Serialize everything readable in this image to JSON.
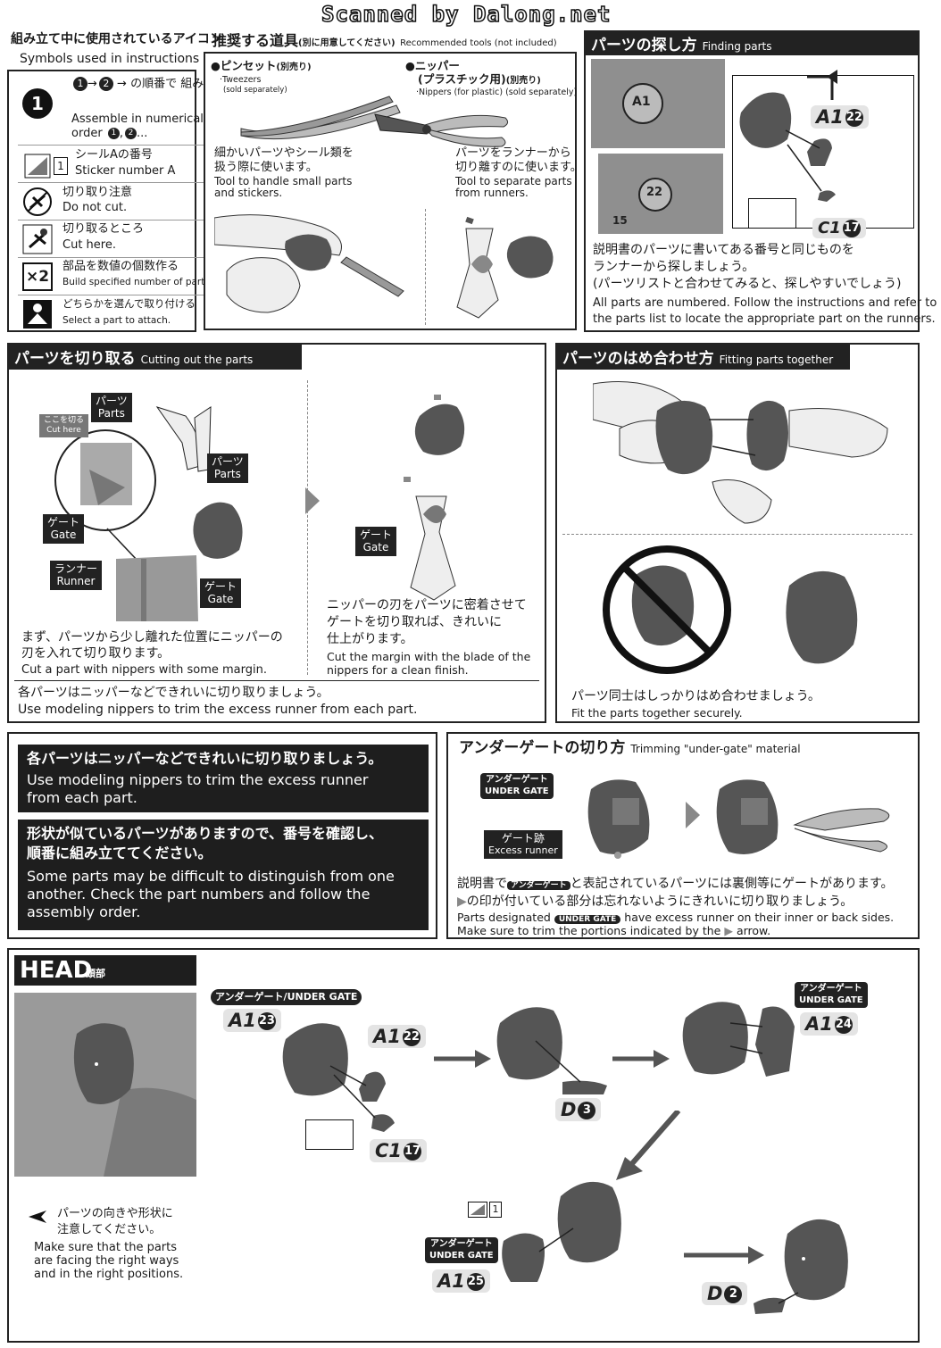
{
  "watermark": "Scanned by Dalong.net",
  "symbols": {
    "title_jp": "組み立て中に使用されているアイコン",
    "title_en": "Symbols used in instructions",
    "order_jp": "→ の順番で 組み立てる。",
    "order_en1": "Assemble in numerical",
    "order_en2": "order",
    "sticker_jp": "シールAの番号",
    "sticker_en": "Sticker number A",
    "sticker_num": "1",
    "nocut_jp": "切り取り注意",
    "nocut_en": "Do not cut.",
    "cut_jp": "切り取るところ",
    "cut_en": "Cut here.",
    "multi_jp": "部品を数値の個数作る",
    "multi_en": "Build specified number of parts.",
    "multi_icon": "×2",
    "select_jp": "どちらかを選んで取り付ける",
    "select_en": "Select a part to attach."
  },
  "tools": {
    "title_jp": "推奨する道具",
    "title_note_jp": "(別に用意してください)",
    "title_en": "Recommended tools (not included)",
    "tweezers_jp": "●ピンセット",
    "tweezers_sold_jp": "(別売り)",
    "tweezers_en": "·Tweezers",
    "tweezers_sold_en": "(sold separately)",
    "nipper_jp": "●ニッパー",
    "nipper_jp2": "(プラスチック用)",
    "nipper_sold_jp": "(別売り)",
    "nipper_en": "·Nippers (for plastic) (sold separately)",
    "tweezers_use_jp1": "細かいパーツやシール類を",
    "tweezers_use_jp2": "扱う際に使います。",
    "tweezers_use_en1": "Tool to handle small parts",
    "tweezers_use_en2": "and stickers.",
    "nipper_use_jp1": "パーツをランナーから",
    "nipper_use_jp2": "切り離すのに使います。",
    "nipper_use_en1": "Tool to separate parts",
    "nipper_use_en2": "from runners."
  },
  "finding": {
    "title_jp": "パーツの探し方",
    "title_en": "Finding parts",
    "badge_a1": "A1",
    "num_22": "22",
    "badge_c1": "C1",
    "num_17": "17",
    "runner_label_a1": "A1",
    "runner_label_22": "22",
    "runner_label_15": "15",
    "desc_jp1": "説明書のパーツに書いてある番号と同じものを",
    "desc_jp2": "ランナーから探しましょう。",
    "desc_jp3": "(パーツリストと合わせてみると、探しやすいでしょう)",
    "desc_en1": "All parts are numbered. Follow the instructions and refer to",
    "desc_en2": "the parts list to locate the appropriate part on the runners."
  },
  "cutting": {
    "title_jp": "パーツを切り取る",
    "title_en": "Cutting out the parts",
    "lbl_parts_jp": "パーツ",
    "lbl_parts_en": "Parts",
    "lbl_cuthere_jp": "ここを切る",
    "lbl_cuthere_en": "Cut here",
    "lbl_gate_jp": "ゲート",
    "lbl_gate_en": "Gate",
    "lbl_runner_jp": "ランナー",
    "lbl_runner_en": "Runner",
    "step1_jp1": "まず、パーツから少し離れた位置にニッパーの",
    "step1_jp2": "刃を入れて切り取ります。",
    "step1_en": "Cut a part with nippers with some margin.",
    "step2_jp1": "ニッパーの刃をパーツに密着させて",
    "step2_jp2": "ゲートを切り取れば、きれいに",
    "step2_jp3": "仕上がります。",
    "step2_en1": "Cut the margin with the blade of the",
    "step2_en2": "nippers for a clean finish.",
    "footer_jp": "各パーツはニッパーなどできれいに切り取りましょう。",
    "footer_en": "Use modeling nippers to trim the excess runner from each part."
  },
  "fitting": {
    "title_jp": "パーツのはめ合わせ方",
    "title_en": "Fitting parts together",
    "desc_jp": "パーツ同士はしっかりはめ合わせましょう。",
    "desc_en": "Fit the parts together securely."
  },
  "notice": {
    "n1_jp": "各パーツはニッパーなどできれいに切り取りましょう。",
    "n1_en1": "Use modeling nippers to trim the excess runner",
    "n1_en2": "from each part.",
    "n2_jp1": "形状が似ているパーツがありますので、番号を確認し、",
    "n2_jp2": "順番に組み立ててください。",
    "n2_en1": "Some parts may be difficult to distinguish from one",
    "n2_en2": "another. Check the part numbers and follow the",
    "n2_en3": "assembly order."
  },
  "undergate": {
    "title_jp": "アンダーゲートの切り方",
    "title_en": "Trimming \"under-gate\" material",
    "tag_jp": "アンダーゲート",
    "tag_en": "UNDER GATE",
    "excess_jp": "ゲート跡",
    "excess_en": "Excess runner",
    "desc_jp1a": "説明書で",
    "desc_jp1b": "と表記されているパーツには裏側等にゲートがあります。",
    "desc_jp2": "の印が付いている部分は忘れないようにきれいに切り取りましょう。",
    "desc_en1a": "Parts designated",
    "desc_en1b": "have excess runner on their inner or back sides.",
    "desc_en2a": "Make sure to trim the portions indicated by the",
    "desc_en2b": "arrow.",
    "inline_tag": "UNDER GATE"
  },
  "head": {
    "title_en": "HEAD",
    "title_jp": "頭部",
    "note_jp1": "パーツの向きや形状に",
    "note_jp2": "注意してください。",
    "note_en1": "Make sure that the parts",
    "note_en2": "are facing the right ways",
    "note_en3": "and in the right positions.",
    "ug_label": "アンダーゲート/UNDER GATE",
    "ug_tag_jp": "アンダーゲート",
    "ug_tag_en": "UNDER GATE",
    "parts": [
      {
        "code": "A1",
        "num": "23"
      },
      {
        "code": "A1",
        "num": "22"
      },
      {
        "code": "C1",
        "num": "17"
      },
      {
        "code": "D",
        "num": "3"
      },
      {
        "code": "A1",
        "num": "24"
      },
      {
        "code": "A1",
        "num": "25"
      },
      {
        "code": "D",
        "num": "2"
      }
    ],
    "sticker_num": "1"
  }
}
